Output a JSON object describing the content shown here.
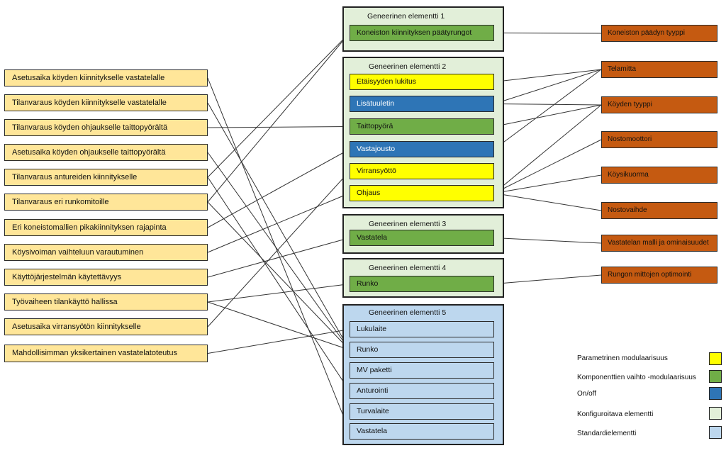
{
  "requirements": [
    "Asetusaika köyden kiinnitykselle vastatelalle",
    "Tilanvaraus köyden kiinnitykselle vastatelalle",
    "Tilanvaraus köyden ohjaukselle taittopyörältä",
    "Asetusaika köyden ohjaukselle taittopyörältä",
    "Tilanvaraus antureiden kiinnitykselle",
    "Tilanvaraus eri runkomitoille",
    "Eri koneistomallien pikakiinnityksen rajapinta",
    "Köysivoiman vaihteluun varautuminen",
    "Käyttöjärjestelmän käytettävyys",
    "Työvaiheen tilankäyttö hallissa",
    "Asetusaika virransyötön kiinnitykselle",
    "Mahdollisimman yksikertainen vastatelatoteutus"
  ],
  "groups": [
    {
      "title": "Geneerinen elementti 1",
      "components": [
        {
          "label": "Koneiston kiinnityksen päätyrungot",
          "color": "#70ad47"
        }
      ]
    },
    {
      "title": "Geneerinen elementti 2",
      "components": [
        {
          "label": "Etäisyyden lukitus",
          "color": "#ffff00"
        },
        {
          "label": "Lisätuuletin",
          "color": "#2e75b6"
        },
        {
          "label": "Taittopyörä",
          "color": "#70ad47"
        },
        {
          "label": "Vastajousto",
          "color": "#2e75b6"
        },
        {
          "label": "Virransyöttö",
          "color": "#ffff00"
        },
        {
          "label": "Ohjaus",
          "color": "#ffff00"
        }
      ]
    },
    {
      "title": "Geneerinen elementti 3",
      "components": [
        {
          "label": "Vastatela",
          "color": "#70ad47"
        }
      ]
    },
    {
      "title": "Geneerinen elementti 4",
      "components": [
        {
          "label": "Runko",
          "color": "#70ad47"
        }
      ]
    },
    {
      "title": "Geneerinen elementti 5",
      "components": [
        {
          "label": "Lukulaite",
          "color": "#bdd7ee"
        },
        {
          "label": "Runko",
          "color": "#bdd7ee"
        },
        {
          "label": "MV paketti",
          "color": "#bdd7ee"
        },
        {
          "label": "Anturointi",
          "color": "#bdd7ee"
        },
        {
          "label": "Turvalaite",
          "color": "#bdd7ee"
        },
        {
          "label": "Vastatela",
          "color": "#bdd7ee"
        }
      ]
    }
  ],
  "properties": [
    "Koneiston päädyn tyyppi",
    "Telamitta",
    "Köyden tyyppi",
    "Nostomoottori",
    "Köysikuorma",
    "Nostovaihde",
    "Vastatelan malli ja ominaisuudet",
    "Rungon mittojen optimointi"
  ],
  "legend": [
    {
      "label": "Parametrinen modulaarisuus",
      "color": "#ffff00"
    },
    {
      "label": "Komponenttien vaihto -modulaarisuus",
      "color": "#70ad47"
    },
    {
      "label": "On/off",
      "color": "#2e75b6"
    },
    {
      "label": "Konfiguroitava elementti",
      "color": "#e2efd9"
    },
    {
      "label": "Standardielementti",
      "color": "#bdd7ee"
    }
  ],
  "colors": {
    "requirement_fill": "#ffe699",
    "property_fill": "#c55a11",
    "configurable_group_fill": "#e2efd9",
    "standard_group_fill": "#bdd7ee",
    "line": "#333333"
  },
  "links_left": [
    [
      0,
      "g5.5"
    ],
    [
      1,
      "g5.1"
    ],
    [
      2,
      "g2.2"
    ],
    [
      3,
      "g5.1"
    ],
    [
      4,
      "g1.0"
    ],
    [
      4,
      "g5.3"
    ],
    [
      5,
      "g1.0"
    ],
    [
      5,
      "g5.1"
    ],
    [
      6,
      "g2.3"
    ],
    [
      7,
      "g2.5"
    ],
    [
      8,
      "g3.0"
    ],
    [
      9,
      "g4.0"
    ],
    [
      9,
      "g5.1"
    ],
    [
      10,
      "g2.4"
    ],
    [
      11,
      "g5.0"
    ]
  ],
  "links_right": [
    [
      "g1.0",
      0
    ],
    [
      "g2.0",
      1
    ],
    [
      "g2.1",
      1
    ],
    [
      "g2.1",
      2
    ],
    [
      "g2.2",
      2
    ],
    [
      "g2.3",
      1
    ],
    [
      "g2.5",
      2
    ],
    [
      "g2.5",
      3
    ],
    [
      "g2.5",
      4
    ],
    [
      "g2.5",
      5
    ],
    [
      "g3.0",
      6
    ],
    [
      "g4.0",
      7
    ]
  ]
}
